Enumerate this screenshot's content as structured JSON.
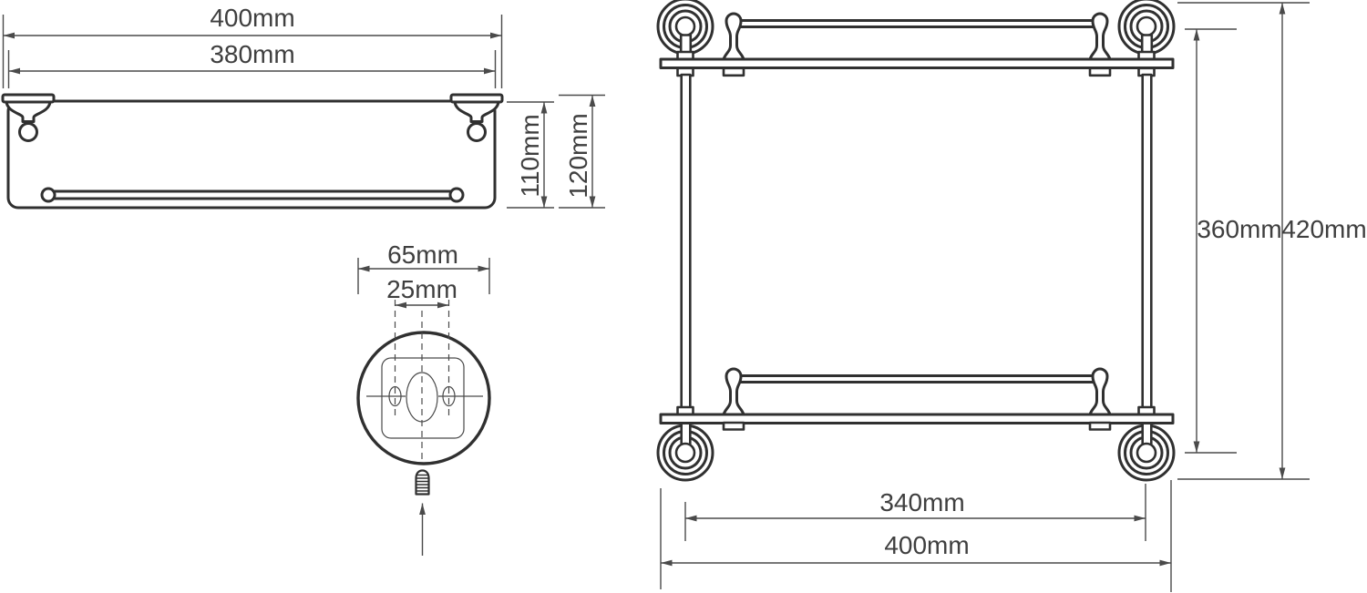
{
  "colors": {
    "drawing_line": "#303030",
    "dimension_line": "#4a4a4a",
    "label_text": "#3f3f3f",
    "background": "#ffffff"
  },
  "views": {
    "shelf_top_view": {
      "dimensions": {
        "total_width": "400mm",
        "glass_width": "380mm",
        "glass_depth": "110mm",
        "total_depth": "120mm"
      }
    },
    "wall_mount_detail": {
      "dimensions": {
        "plate_diameter": "65mm",
        "screw_hole_spacing": "25mm"
      }
    },
    "shelf_front_view": {
      "dimensions": {
        "rosette_center_height": "360mm",
        "total_height": "420mm",
        "post_spacing": "340mm",
        "total_width": "400mm"
      }
    }
  }
}
